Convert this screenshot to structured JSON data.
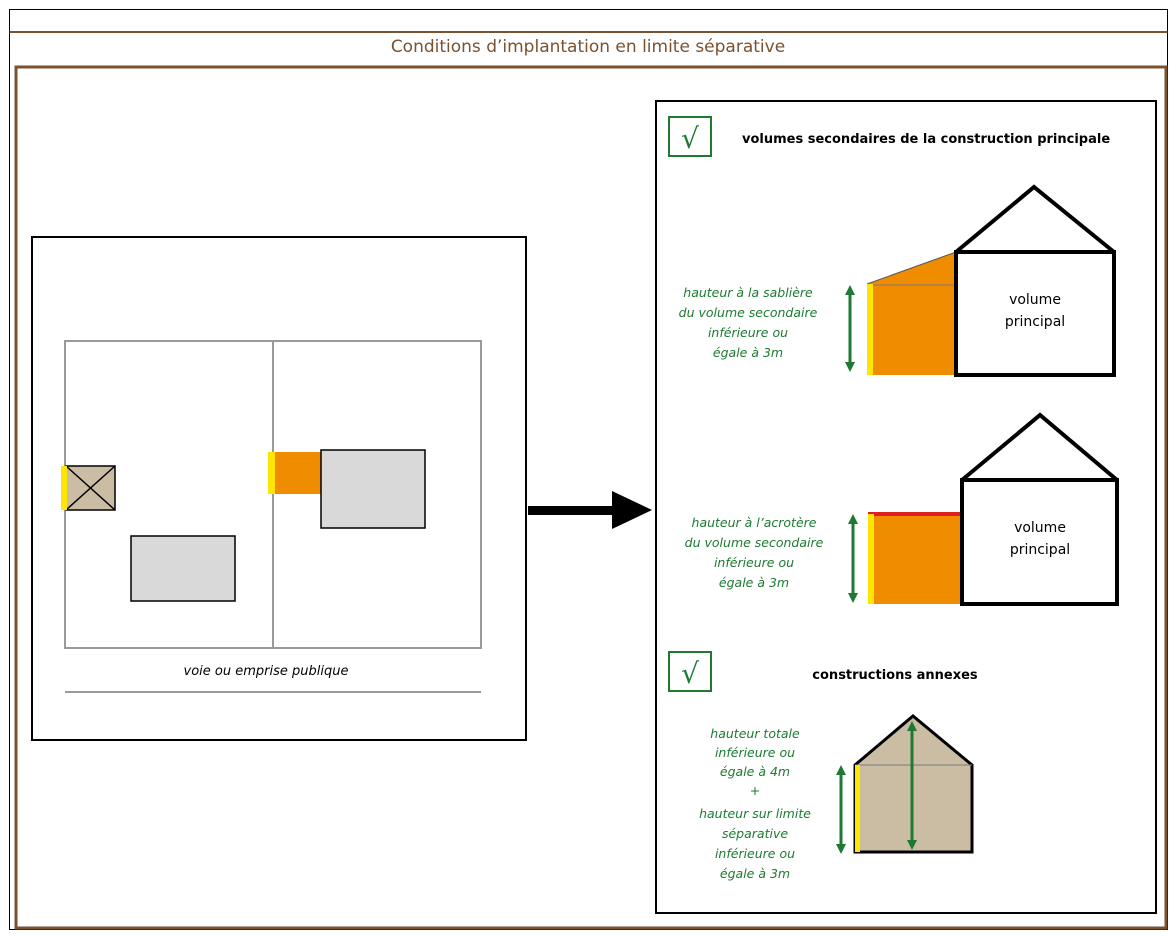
{
  "title": "Conditions d’implantation en limite séparative",
  "plan": {
    "road_label": "voie ou emprise publique"
  },
  "secondary": {
    "check_mark": "√",
    "heading": "volumes secondaires de la construction principale",
    "case1": {
      "label_lines": [
        "hauteur à la sablière",
        "du volume secondaire",
        "inférieure ou",
        "égale à 3m"
      ],
      "main_volume_lines": [
        "volume",
        "principal"
      ]
    },
    "case2": {
      "label_lines": [
        "hauteur à l’acrotère",
        "du volume secondaire",
        "inférieure ou",
        "égale à 3m"
      ],
      "main_volume_lines": [
        "volume",
        "principal"
      ]
    }
  },
  "annexes": {
    "check_mark": "√",
    "heading": "constructions annexes",
    "label_lines": [
      "hauteur totale",
      "inférieure ou",
      "égale à 4m",
      "+",
      "hauteur sur limite",
      "séparative",
      "inférieure ou",
      "égale à 3m"
    ]
  },
  "colors": {
    "frame_brown": "#7a5230",
    "orange": "#f08c00",
    "yellow": "#ffe600",
    "red": "#e02020",
    "green": "#1e7a33",
    "beige": "#cbbda3",
    "grey": "#d9d9d9"
  }
}
